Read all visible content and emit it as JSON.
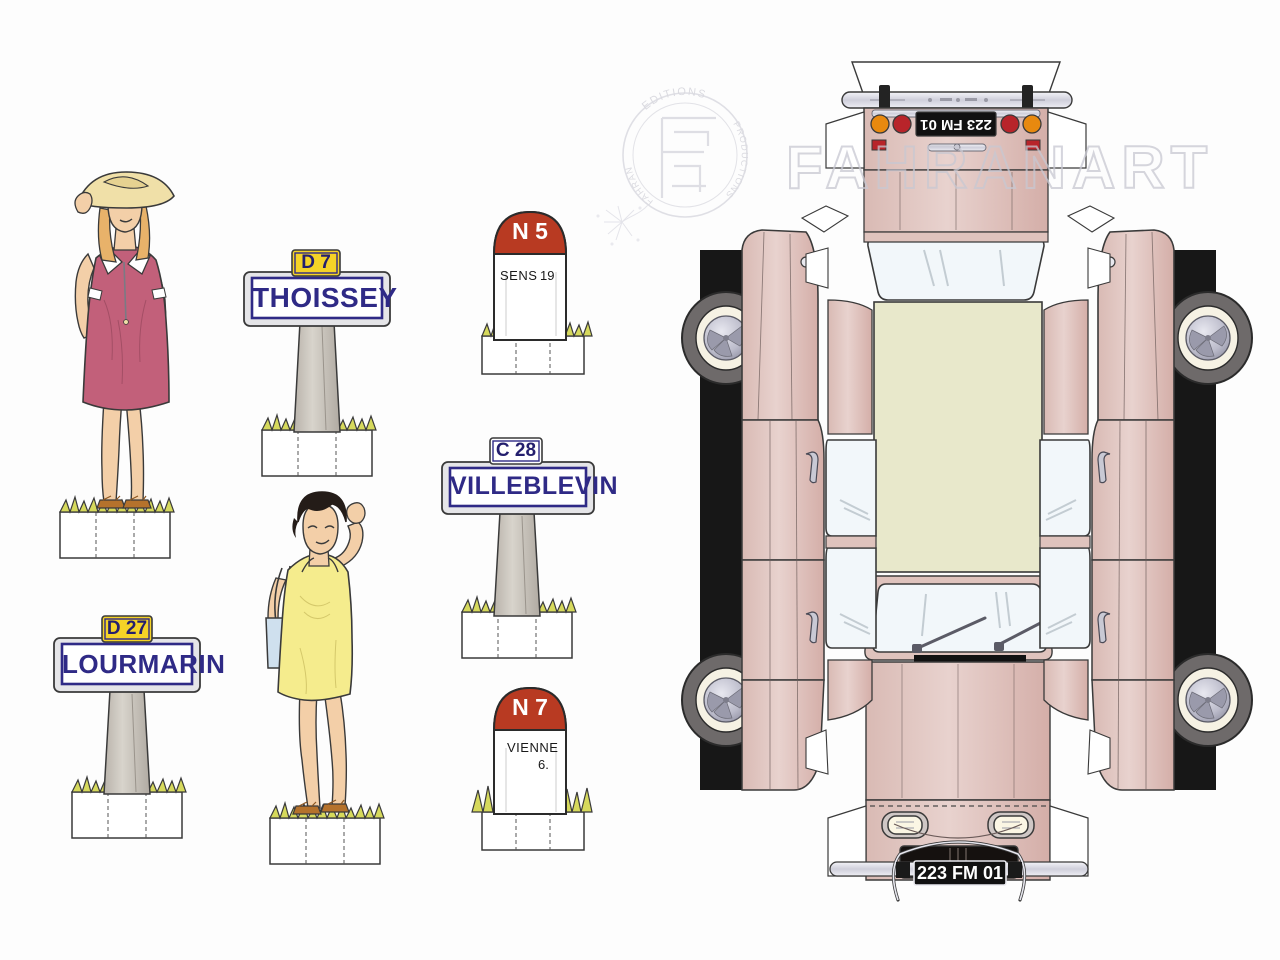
{
  "sheet": {
    "title": "Maquette papier - voiture et personnages",
    "background_color": "#fdfdfd"
  },
  "watermark": {
    "big_text": "FAHRANART",
    "stamp_top_text": "EDITIONS",
    "stamp_right_text": "PRODUCTIONS",
    "stamp_left_text": "FAHRAN",
    "stamp_monogram": "F",
    "color": "#c8c8d2"
  },
  "figures": [
    {
      "id": "figure-blonde",
      "name": "Woman in pink dress with sun hat",
      "dress_color": "#c2607a",
      "hair_color": "#e8b26a",
      "hat_color": "#f0e0a8",
      "skin_color": "#f3cfa8",
      "shoe_color": "#b5722c",
      "base_grass_color": "#d6d95c"
    },
    {
      "id": "figure-brunette",
      "name": "Woman in yellow dress with handbag",
      "dress_color": "#f5ec8d",
      "hair_color": "#241c18",
      "bag_color": "#cfe0ee",
      "skin_color": "#f3cfa8",
      "shoe_color": "#b5722c",
      "base_grass_color": "#d6d95c"
    }
  ],
  "road_signs": [
    {
      "id": "sign-thoissey",
      "route": "D 7",
      "town": "THOISSEY",
      "route_plate_color": "#f5d327",
      "panel_color": "#ffffff",
      "text_color": "#2f2a86",
      "post_color": "#c9c4bc"
    },
    {
      "id": "sign-lourmarin",
      "route": "D 27",
      "town": "LOURMARIN",
      "route_plate_color": "#f5d327",
      "panel_color": "#ffffff",
      "text_color": "#2f2a86",
      "post_color": "#c9c4bc"
    },
    {
      "id": "sign-villeblevin",
      "route": "C 28",
      "town": "VILLEBLEVIN",
      "route_plate_color": "#ffffff",
      "panel_color": "#ffffff",
      "text_color": "#2f2a86",
      "post_color": "#c9c4bc"
    }
  ],
  "milestones": [
    {
      "id": "milestone-n5",
      "route": "N 5",
      "town": "SENS",
      "distance": "19",
      "cap_color": "#b83a22",
      "body_color": "#ffffff",
      "grass_color": "#d6d95c"
    },
    {
      "id": "milestone-n7",
      "route": "N 7",
      "town": "VIENNE",
      "distance": "6.",
      "cap_color": "#b83a22",
      "body_color": "#ffffff",
      "grass_color": "#d6d95c"
    }
  ],
  "car": {
    "id": "car-unfold",
    "name": "Vintage French saloon car - unfolded papercraft",
    "body_color": "#e3c8c4",
    "body_color_dark": "#d2b1ac",
    "roof_color": "#e8e8cb",
    "glass_color": "#f2f7fa",
    "tyre_color": "#6e6a6a",
    "hub_color": "#c7c7d4",
    "chrome_color": "#dcdce4",
    "licence_plate_front": "223 FM 01",
    "licence_plate_rear": "223 FM 01",
    "plate_bg_color": "#111111",
    "lamp_amber_color": "#e8890f",
    "lamp_red_color": "#b8242a",
    "headlight_color": "#fbf6e4"
  }
}
